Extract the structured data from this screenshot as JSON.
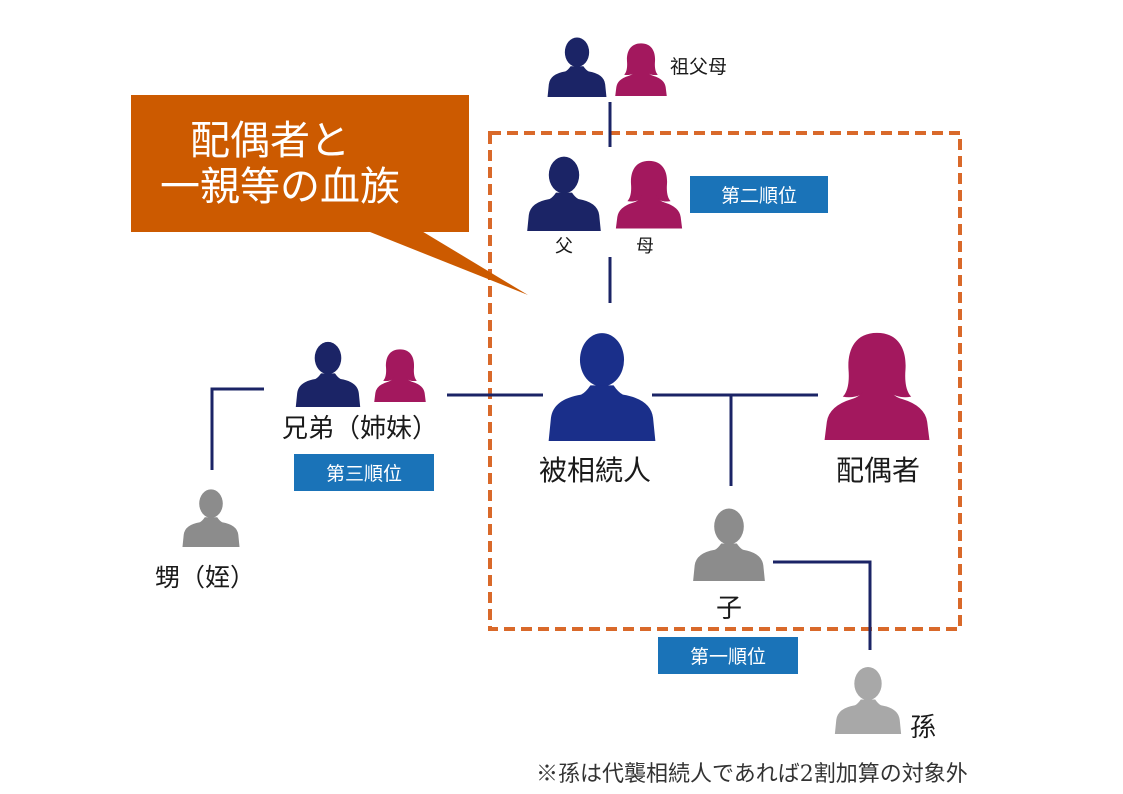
{
  "callout": {
    "line1": "配偶者と",
    "line2": "一親等の血族",
    "color": "#cc5a00"
  },
  "people": {
    "grandparents": "祖父母",
    "father": "父",
    "mother": "母",
    "decedent": "被相続人",
    "spouse": "配偶者",
    "siblings": "兄弟（姉妹）",
    "nephew": "甥（姪）",
    "child": "子",
    "grandchild": "孫"
  },
  "badges": {
    "second": "第二順位",
    "third": "第三順位",
    "first": "第一順位"
  },
  "footnote": "※孫は代襲相続人であれば2割加算の対象外",
  "colors": {
    "male": "#1b2466",
    "female": "#a3185e",
    "decedent": "#1a2f8a",
    "gray": "#8c8c8c",
    "light_gray": "#a8a8a8",
    "badge": "#1a73b8",
    "dashed_box": "#d9692a",
    "line": "#1b2466"
  },
  "icons": [
    "person-icon"
  ]
}
